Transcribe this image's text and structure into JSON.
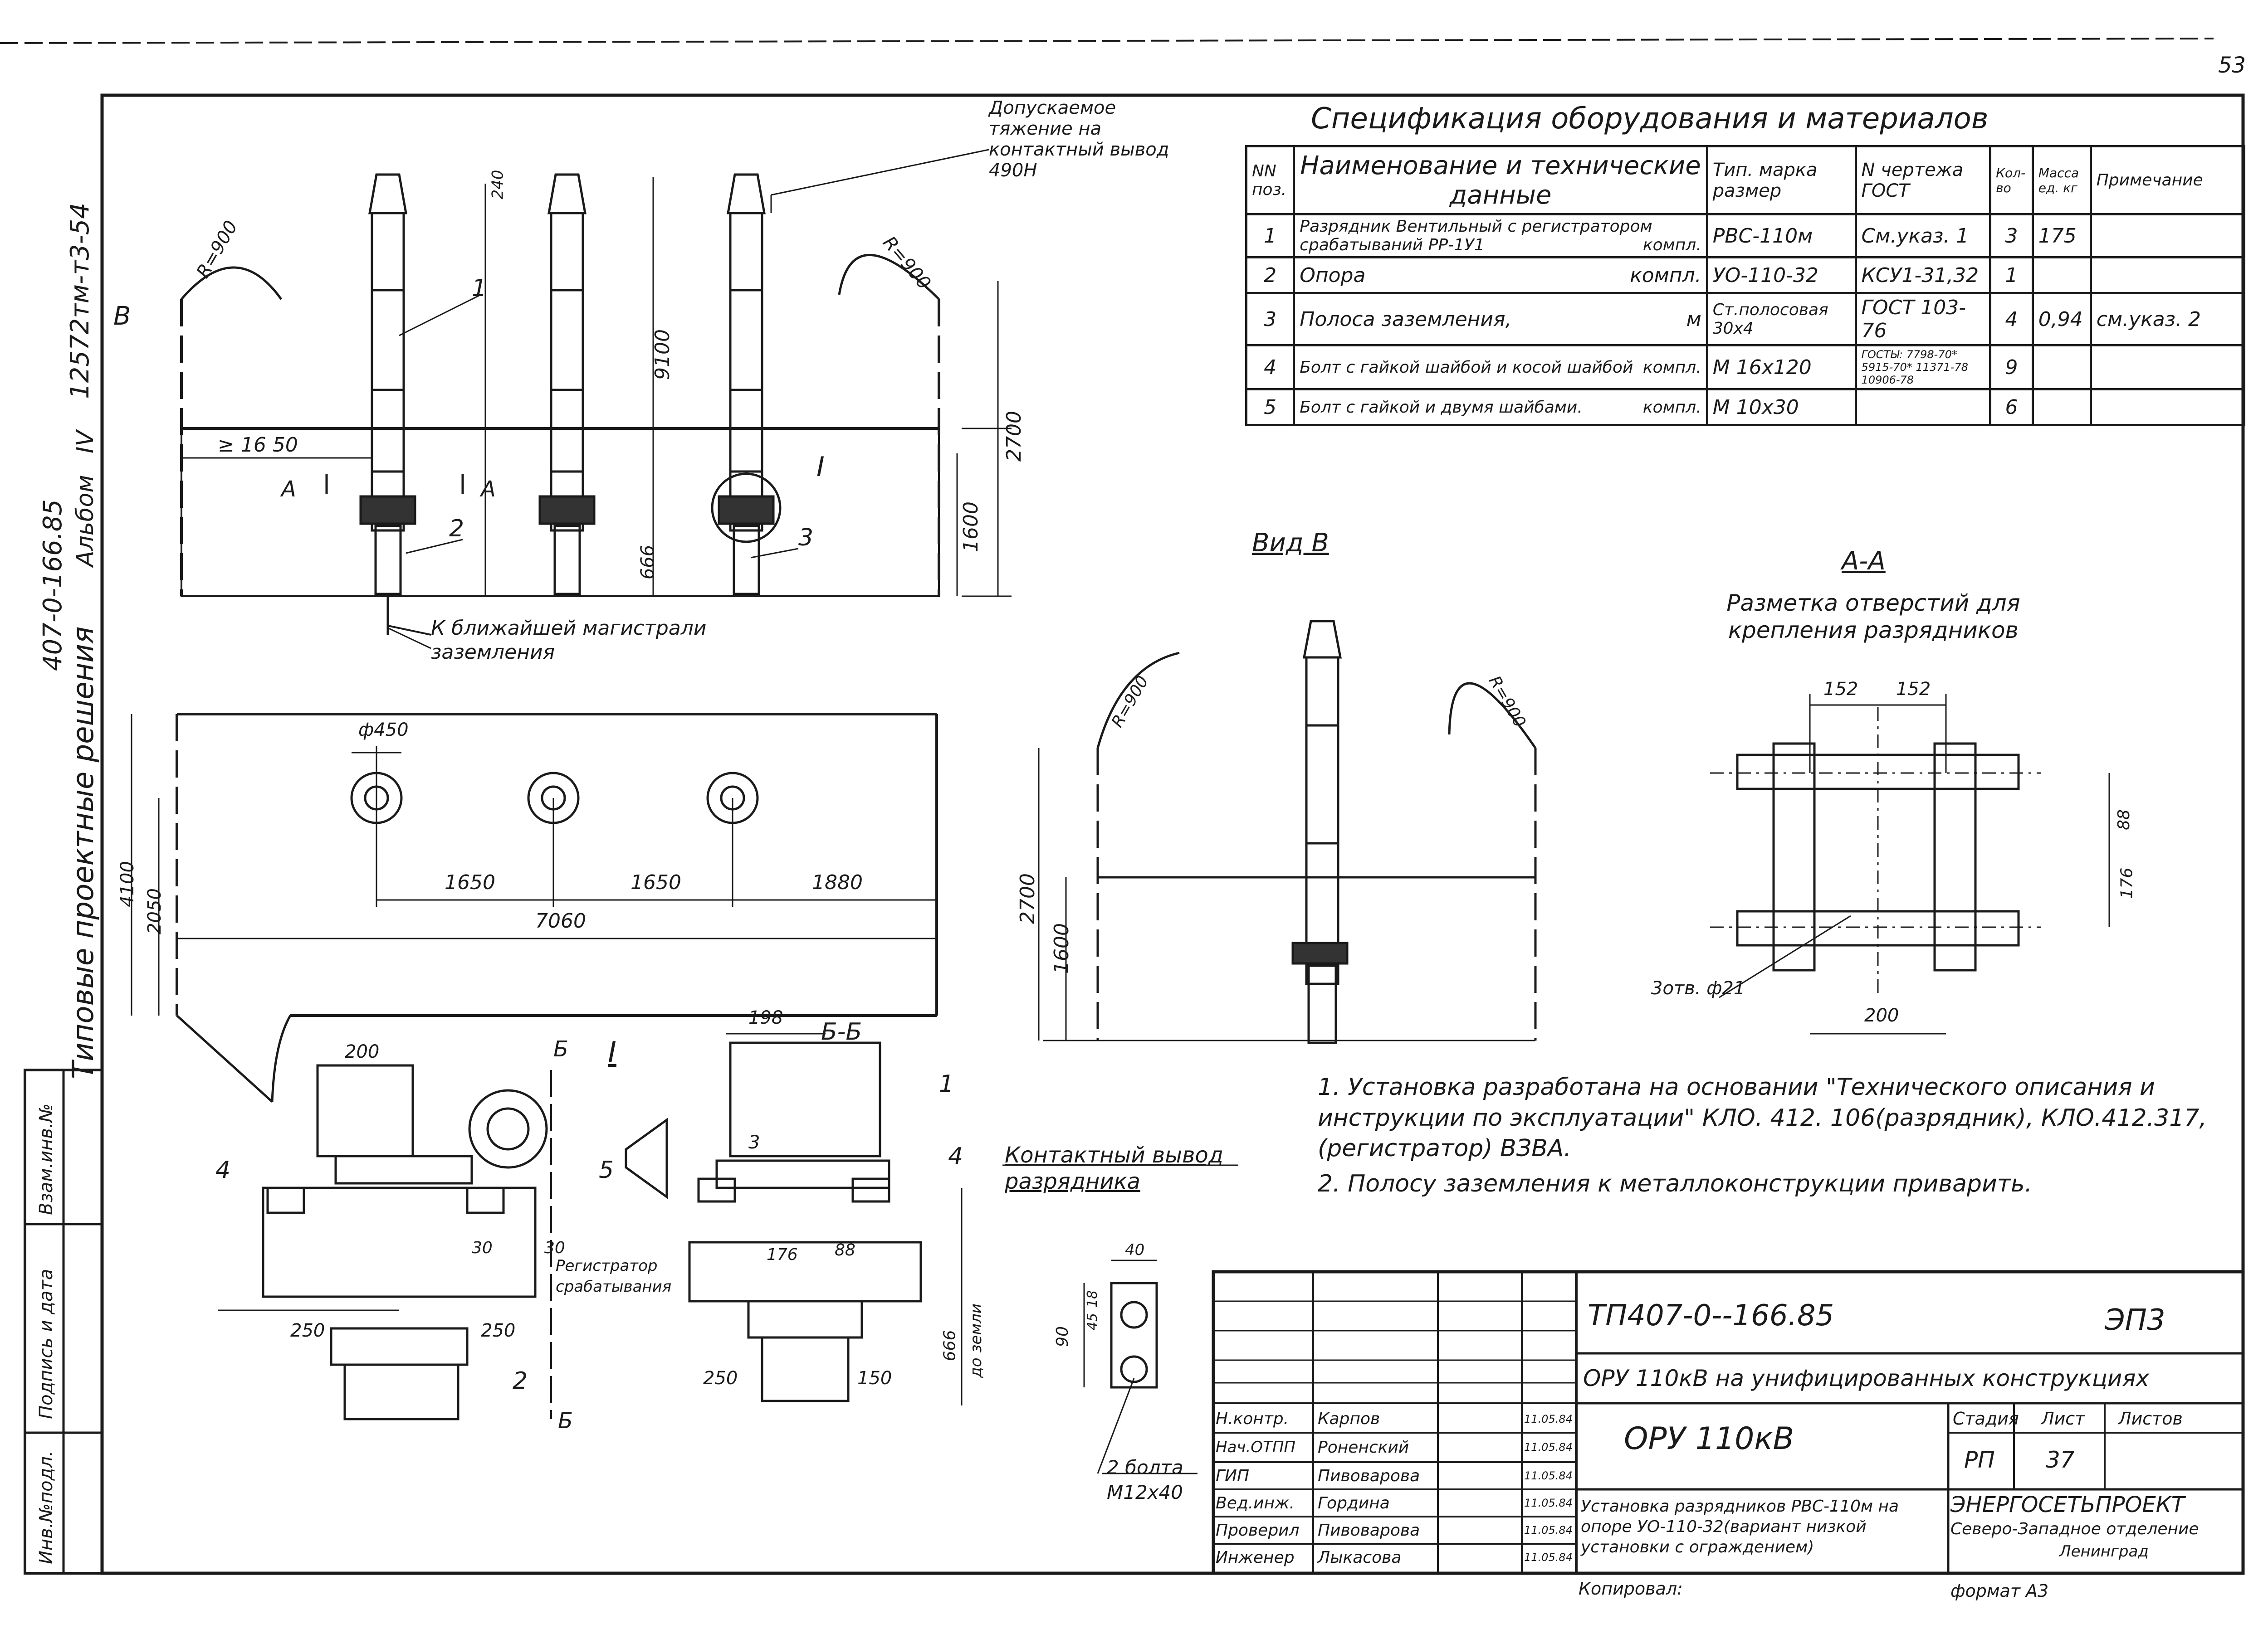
{
  "sheet_corner": "53",
  "left_margin": {
    "album_code": "407-0-166.85",
    "album_word": "Альбом",
    "album_num": "IV",
    "archive_no": "12572тм-т3-54",
    "series_name": "Типовые проектные решения"
  },
  "left_stamp": [
    "Инв.№подл.",
    "Подпись и дата",
    "Взам.инв.№"
  ],
  "spec": {
    "title": "Спецификация оборудования и материалов",
    "headers": [
      "NN поз.",
      "Наименование и технические данные",
      "Тип. марка размер",
      "N чертежа ГОСТ",
      "Кол-во",
      "Масса ед. кг",
      "Примечание"
    ],
    "rows": [
      {
        "pos": "1",
        "name": "Разрядник Вентильный с регистратором срабатываний РР-1У1",
        "unit": "компл.",
        "type": "РВС-110м",
        "doc": "См.указ. 1",
        "qty": "3",
        "mass": "175",
        "note": ""
      },
      {
        "pos": "2",
        "name": "Опора",
        "unit": "компл.",
        "type": "УО-110-32",
        "doc": "КСУ1-31,32",
        "qty": "1",
        "mass": "",
        "note": ""
      },
      {
        "pos": "3",
        "name": "Полоса заземления,",
        "unit": "м",
        "type": "Ст.полосовая 30х4",
        "doc": "ГОСТ 103-76",
        "qty": "4",
        "mass": "0,94",
        "note": "см.указ. 2"
      },
      {
        "pos": "4",
        "name": "Болт с гайкой шайбой и косой шайбой",
        "unit": "компл.",
        "type": "М 16х120",
        "doc": "ГОСТЫ: 7798-70* 5915-70* 11371-78 10906-78",
        "qty": "9",
        "mass": "",
        "note": ""
      },
      {
        "pos": "5",
        "name": "Болт с гайкой и двумя шайбами.",
        "unit": "компл.",
        "type": "М 10х30",
        "doc": "",
        "qty": "6",
        "mass": "",
        "note": ""
      }
    ]
  },
  "front_view": {
    "callout_load": "Допускаемое тяжение на контактный вывод 490Н",
    "arrow_b": "В",
    "r900_left": "R=900",
    "r900_right": "R=900",
    "dim_240": "240",
    "dim_9100": "9100",
    "dim_666": "666",
    "dim_2700": "2700",
    "dim_1600": "1600",
    "dim_1650_ge": "≥ 16 50",
    "pos1": "1",
    "pos2": "2",
    "pos3": "3",
    "section_a1": "А",
    "section_a2": "А",
    "detail_mark": "I",
    "ground_note": "К ближайшей магистрали заземления"
  },
  "plan_view": {
    "dim_450": "ф450",
    "dim_4100": "4100",
    "dim_2050": "2050",
    "dim_1650a": "1650",
    "dim_1650b": "1650",
    "dim_1880": "1880",
    "dim_7060": "7060"
  },
  "view_b": {
    "title": "Вид В",
    "r900_left": "R=900",
    "r900_right": "R=900",
    "dim_2700": "2700",
    "dim_1600": "1600"
  },
  "section_aa": {
    "title": "А-А",
    "subtitle": "Разметка отверстий для крепления разрядников",
    "dim_152a": "152",
    "dim_152b": "152",
    "dim_88": "88",
    "dim_176": "176",
    "dim_200": "200",
    "holes": "3отв. ф21"
  },
  "detail_i": {
    "mark_b": "Б",
    "mark_i": "I",
    "dim_200": "200",
    "dim_30a": "30",
    "dim_30b": "30",
    "dim_250a": "250",
    "dim_250b": "250",
    "pos4": "4",
    "pos5": "5",
    "pos2": "2",
    "registrar": "Регистратор срабатывания",
    "mark_b2": "Б"
  },
  "section_bb": {
    "title": "Б-Б",
    "dim_198": "198",
    "dim_176": "176",
    "dim_88": "88",
    "dim_250": "250",
    "dim_150": "150",
    "dim_666": "666",
    "to_ground": "до земли",
    "pos1": "1",
    "pos3": "3",
    "pos4": "4"
  },
  "contact": {
    "title": "Контактный вывод разрядника",
    "dim_40": "40",
    "dim_45": "45",
    "dim_18": "18",
    "dim_90": "90",
    "bolts": "2 болта М12х40"
  },
  "notes": [
    "1. Установка разработана на основании \"Технического описания и инструкции по эксплуатации\" КЛО. 412. 106(разрядник), КЛО.412.317, (регистратор) ВЗВА.",
    "2. Полосу заземления к металлоконструкции приварить."
  ],
  "title_block": {
    "code": "ТП407-0--166.85",
    "section": "ЭП3",
    "project": "ОРУ 110кВ на унифицированных конструкциях",
    "object": "ОРУ 110кВ",
    "stage_h": "Стадия",
    "sheet_h": "Лист",
    "sheets_h": "Листов",
    "stage": "РП",
    "sheet": "37",
    "sheets": "",
    "drawing_title": "Установка разрядников РВС-110м на опоре УО-110-32(вариант низкой установки с ограждением)",
    "org": "ЭНЕРГОСЕТЬПРОЕКТ",
    "branch": "Северо-Западное отделение",
    "city": "Ленинград",
    "copied": "Копировал:",
    "format": "формат А3",
    "people": [
      {
        "role": "Н.контр.",
        "name": "Карпов",
        "date": "11.05.84"
      },
      {
        "role": "Нач.ОТПП",
        "name": "Роненский",
        "date": "11.05.84"
      },
      {
        "role": "ГИП",
        "name": "Пивоварова",
        "date": "11.05.84"
      },
      {
        "role": "Вед.инж.",
        "name": "Гордина",
        "date": "11.05.84"
      },
      {
        "role": "Проверил",
        "name": "Пивоварова",
        "date": "11.05.84"
      },
      {
        "role": "Инженер",
        "name": "Лыкасова",
        "date": "11.05.84"
      }
    ]
  }
}
